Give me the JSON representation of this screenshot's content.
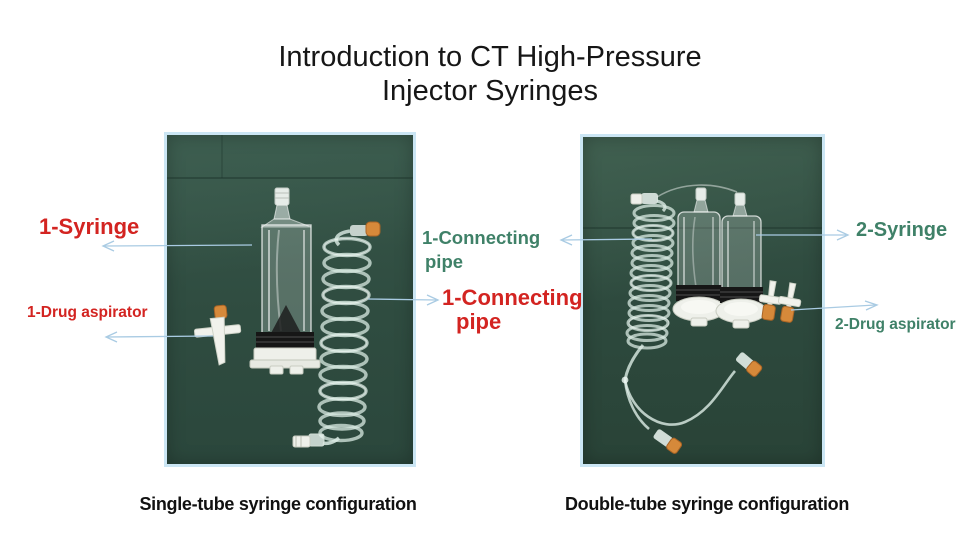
{
  "title": {
    "line1": "Introduction to CT High-Pressure",
    "line2": "Injector Syringes"
  },
  "left_panel": {
    "caption": "Single-tube syringe configuration",
    "labels": {
      "syringe": "1-Syringe",
      "drug_aspirator": "1-Drug aspirator",
      "connecting_pipe": {
        "line1": "1-Connecting",
        "line2": "pipe"
      }
    }
  },
  "right_panel": {
    "caption": "Double-tube syringe configuration",
    "labels": {
      "connecting_pipe": {
        "line1": "1-Connecting",
        "line2": "pipe"
      },
      "syringe": "2-Syringe",
      "drug_aspirator": "2-Drug aspirator"
    }
  },
  "colors": {
    "red_label": "#d32421",
    "green_label": "#3f8168",
    "arrow": "#a9cbe3",
    "photo_border": "#cbe6f4",
    "photo_background_green": "#35544a",
    "cap_orange": "#d6893a",
    "title_text": "#161616"
  }
}
